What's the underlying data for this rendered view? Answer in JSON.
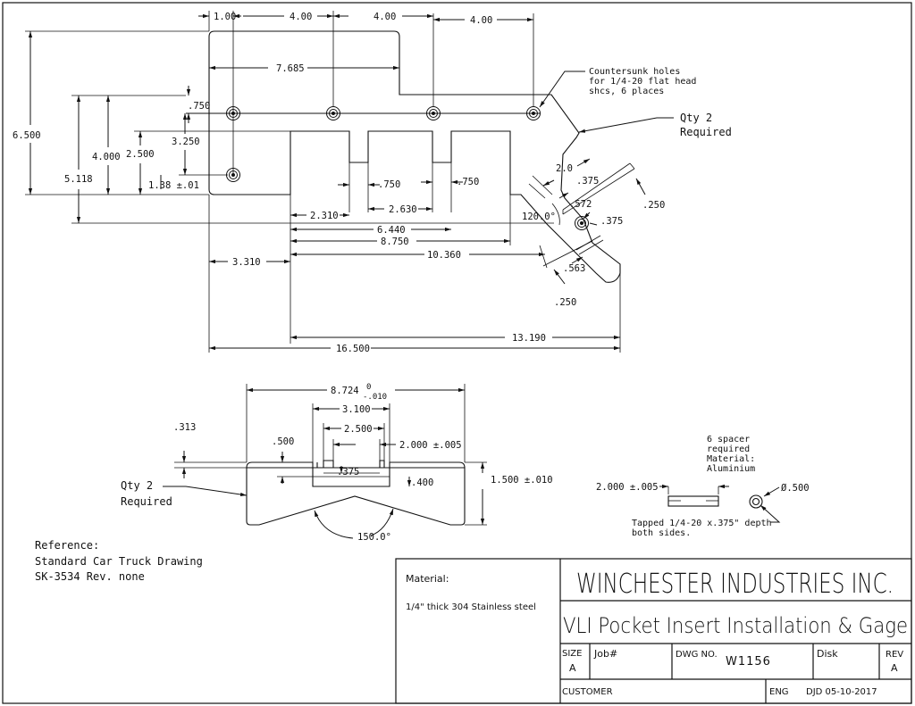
{
  "top_view": {
    "dims": {
      "d1_00": "1.00",
      "d4_00_a": "4.00",
      "d4_00_b": "4.00",
      "d4_00_c": "4.00",
      "d7_685": "7.685",
      "d6_500": "6.500",
      "d4_000": "4.000",
      "d5_118": "5.118",
      "d2_500": "2.500",
      "d3_250": "3.250",
      "d_750_left": ".750",
      "d1_38": "1.38 ±.01",
      "d_750_slot_a": ".750",
      "d_750_slot_b": ".750",
      "d2_310": "2.310",
      "d2_630": "2.630",
      "d6_440": "6.440",
      "d8_750": "8.750",
      "d10_360": "10.360",
      "d3_310": "3.310",
      "d13_190": "13.190",
      "d16_500": "16.500",
      "d2_0": "2.0",
      "d_375_a": ".375",
      "d_572": ".572",
      "d_375_b": ".375",
      "d_250_a": ".250",
      "d_563": ".563",
      "d_250_b": ".250",
      "angle_120": "120.0°"
    },
    "note_countersunk": [
      "Countersunk holes",
      "for 1/4-20 flat head",
      "shcs, 6 places"
    ],
    "qty_required": [
      "Qty 2",
      "Required"
    ]
  },
  "gage_view": {
    "dims": {
      "d8_724": "8.724",
      "tol_upper": "0",
      "tol_lower": "-.010",
      "d3_100": "3.100",
      "d2_500": "2.500",
      "d2_000": "2.000 ±.005",
      "d_313": ".313",
      "d_500": ".500",
      "d_375": ".375",
      "d_400": ".400",
      "d1_500": "1.500 ±.010",
      "angle_150": "150.0°"
    },
    "qty_required": [
      "Qty 2",
      "Required"
    ]
  },
  "spacer_view": {
    "note": [
      "6 spacer",
      "required",
      "Material:",
      "Aluminium"
    ],
    "d2_000": "2.000 ±.005",
    "diameter": "Ø.500",
    "tapped_note": [
      "Tapped 1/4-20 x.375\" depth",
      "both sides."
    ]
  },
  "reference": [
    "Reference:",
    "Standard Car Truck Drawing",
    "SK-3534 Rev. none"
  ],
  "title_block": {
    "material_label": "Material:",
    "material_value": "1/4\" thick 304 Stainless steel",
    "company": "WINCHESTER INDUSTRIES INC.",
    "title": "VLI Pocket Insert Installation & Gage",
    "size_label": "SIZE",
    "size_value": "A",
    "job_label": "Job#",
    "dwg_label": "DWG NO.",
    "dwg_value": "W1156",
    "disk_label": "Disk",
    "rev_label": "REV",
    "rev_value": "A",
    "customer_label": "CUSTOMER",
    "eng_label": "ENG",
    "eng_value": "DJD 05-10-2017"
  }
}
